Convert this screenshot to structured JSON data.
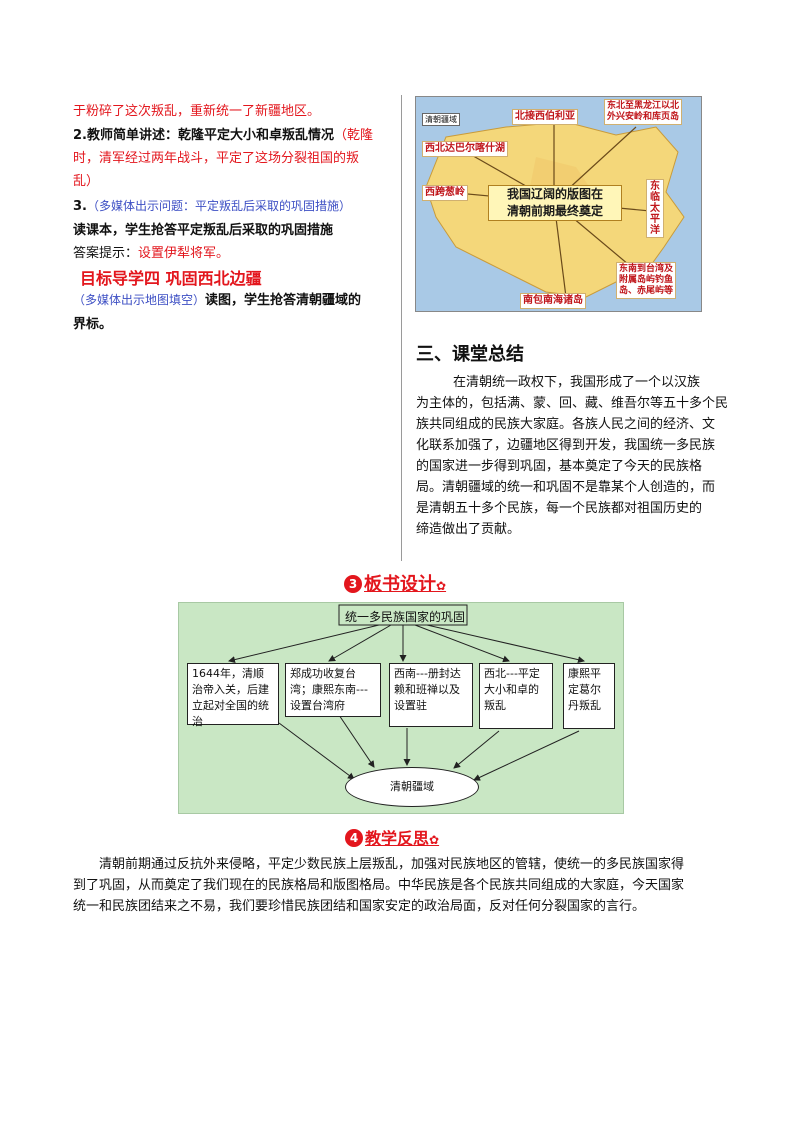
{
  "left_col": {
    "line1": "于粉碎了这次叛乱，重新统一了新疆地区。",
    "item2_prefix": "2.",
    "item2_bold": "教师简单讲述：乾隆平定大小和卓叛乱情况",
    "item2_red_a": "（乾隆",
    "item2_red_b": "时，清军经过两年战斗，平定了这场分裂祖国的叛",
    "item2_red_c": "乱）",
    "item3_prefix": "3.",
    "item3_blue": "（多媒体出示问题：平定叛乱后采取的巩固措施）",
    "item3_bold": "读课本，学生抢答平定叛乱后采取的巩固措施",
    "answer_label": "答案提示：",
    "answer_text": "设置伊犁将军。",
    "goal_heading": "目标导学四  巩固西北边疆",
    "goal_blue": "（多媒体出示地图填空）",
    "goal_bold_a": "读图，学生抢答清朝疆域的",
    "goal_bold_b": "界标。"
  },
  "map": {
    "tag": "清朝疆域",
    "labels": {
      "north": "北接西伯利亚",
      "northeast": "东北至黑龙江以北\n外兴安岭和库页岛",
      "northwest": "西北达巴尔喀什湖",
      "west": "西跨葱岭",
      "east": "东\n临\n太\n平\n洋",
      "southeast": "东南到台湾及\n附属岛屿钓鱼\n岛、赤尾屿等",
      "south": "南包南海诸岛"
    },
    "center": "我国辽阔的版图在\n清朝前期最终奠定"
  },
  "summary": {
    "heading": "三、课堂总结",
    "lines": [
      "在清朝统一政权下，我国形成了一个以汉族",
      "为主体的，包括满、蒙、回、藏、维吾尔等五十多个民",
      "族共同组成的民族大家庭。各族人民之间的经济、文",
      "化联系加强了，边疆地区得到开发，我国统一多民族",
      "的国家进一步得到巩固，基本奠定了今天的民族格",
      "局。清朝疆域的统一和巩固不是靠某个人创造的，而",
      "是清朝五十多个民族，每一个民族都对祖国历史的",
      "缔造做出了贡献。"
    ]
  },
  "board": {
    "num": "3",
    "heading": "板书设计",
    "title": "统一多民族国家的巩固",
    "boxes": [
      "1644年，清顺治帝入关，后建立起对全国的统治",
      "郑成功收复台湾；康熙东南---设置台湾府",
      "西南---册封达赖和班禅以及设置驻",
      "西北---平定大小和卓的叛乱",
      "康熙平定葛尔丹叛乱"
    ],
    "bottom": "清朝疆域"
  },
  "reflection": {
    "num": "4",
    "heading": "教学反思",
    "lines": [
      "清朝前期通过反抗外来侵略，平定少数民族上层叛乱，加强对民族地区的管辖，使统一的多民族国家得",
      "到了巩固，从而奠定了我们现在的民族格局和版图格局。中华民族是各个民族共同组成的大家庭，今天国家",
      "统一和民族团结来之不易，我们要珍惜民族团结和国家安定的政治局面，反对任何分裂国家的言行。"
    ]
  },
  "colors": {
    "red": "#e3161d",
    "blue": "#3d4fc4",
    "diagram_bg": "#c9e7c4"
  }
}
